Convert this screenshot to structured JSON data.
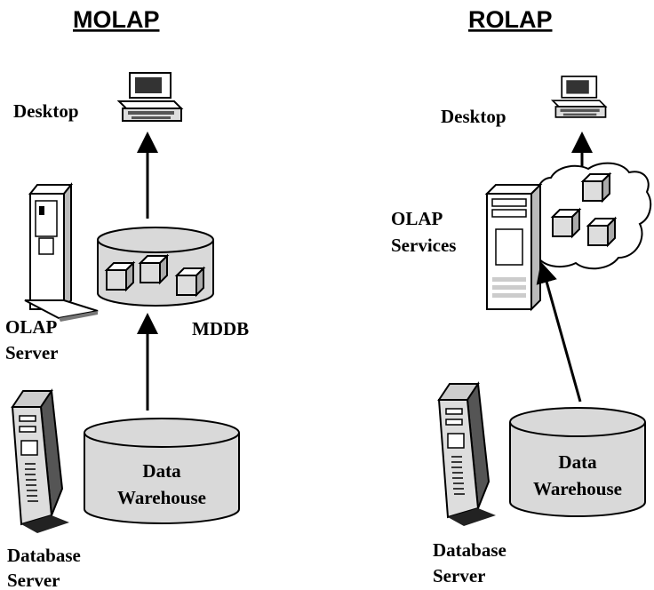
{
  "molap": {
    "title": "MOLAP",
    "desktop_label": "Desktop",
    "olap_server_label_line1": "OLAP",
    "olap_server_label_line2": "Server",
    "mddb_label": "MDDB",
    "warehouse_label_line1": "Data",
    "warehouse_label_line2": "Warehouse",
    "db_server_label_line1": "Database",
    "db_server_label_line2": "Server"
  },
  "rolap": {
    "title": "ROLAP",
    "desktop_label": "Desktop",
    "olap_services_label_line1": "OLAP",
    "olap_services_label_line2": "Services",
    "warehouse_label_line1": "Data",
    "warehouse_label_line2": "Warehouse",
    "db_server_label_line1": "Database",
    "db_server_label_line2": "Server"
  },
  "icons": [
    "desktop-computer-icon",
    "server-tower-icon",
    "cube-icon",
    "database-cylinder-icon",
    "cloud-icon",
    "arrow-icon"
  ]
}
